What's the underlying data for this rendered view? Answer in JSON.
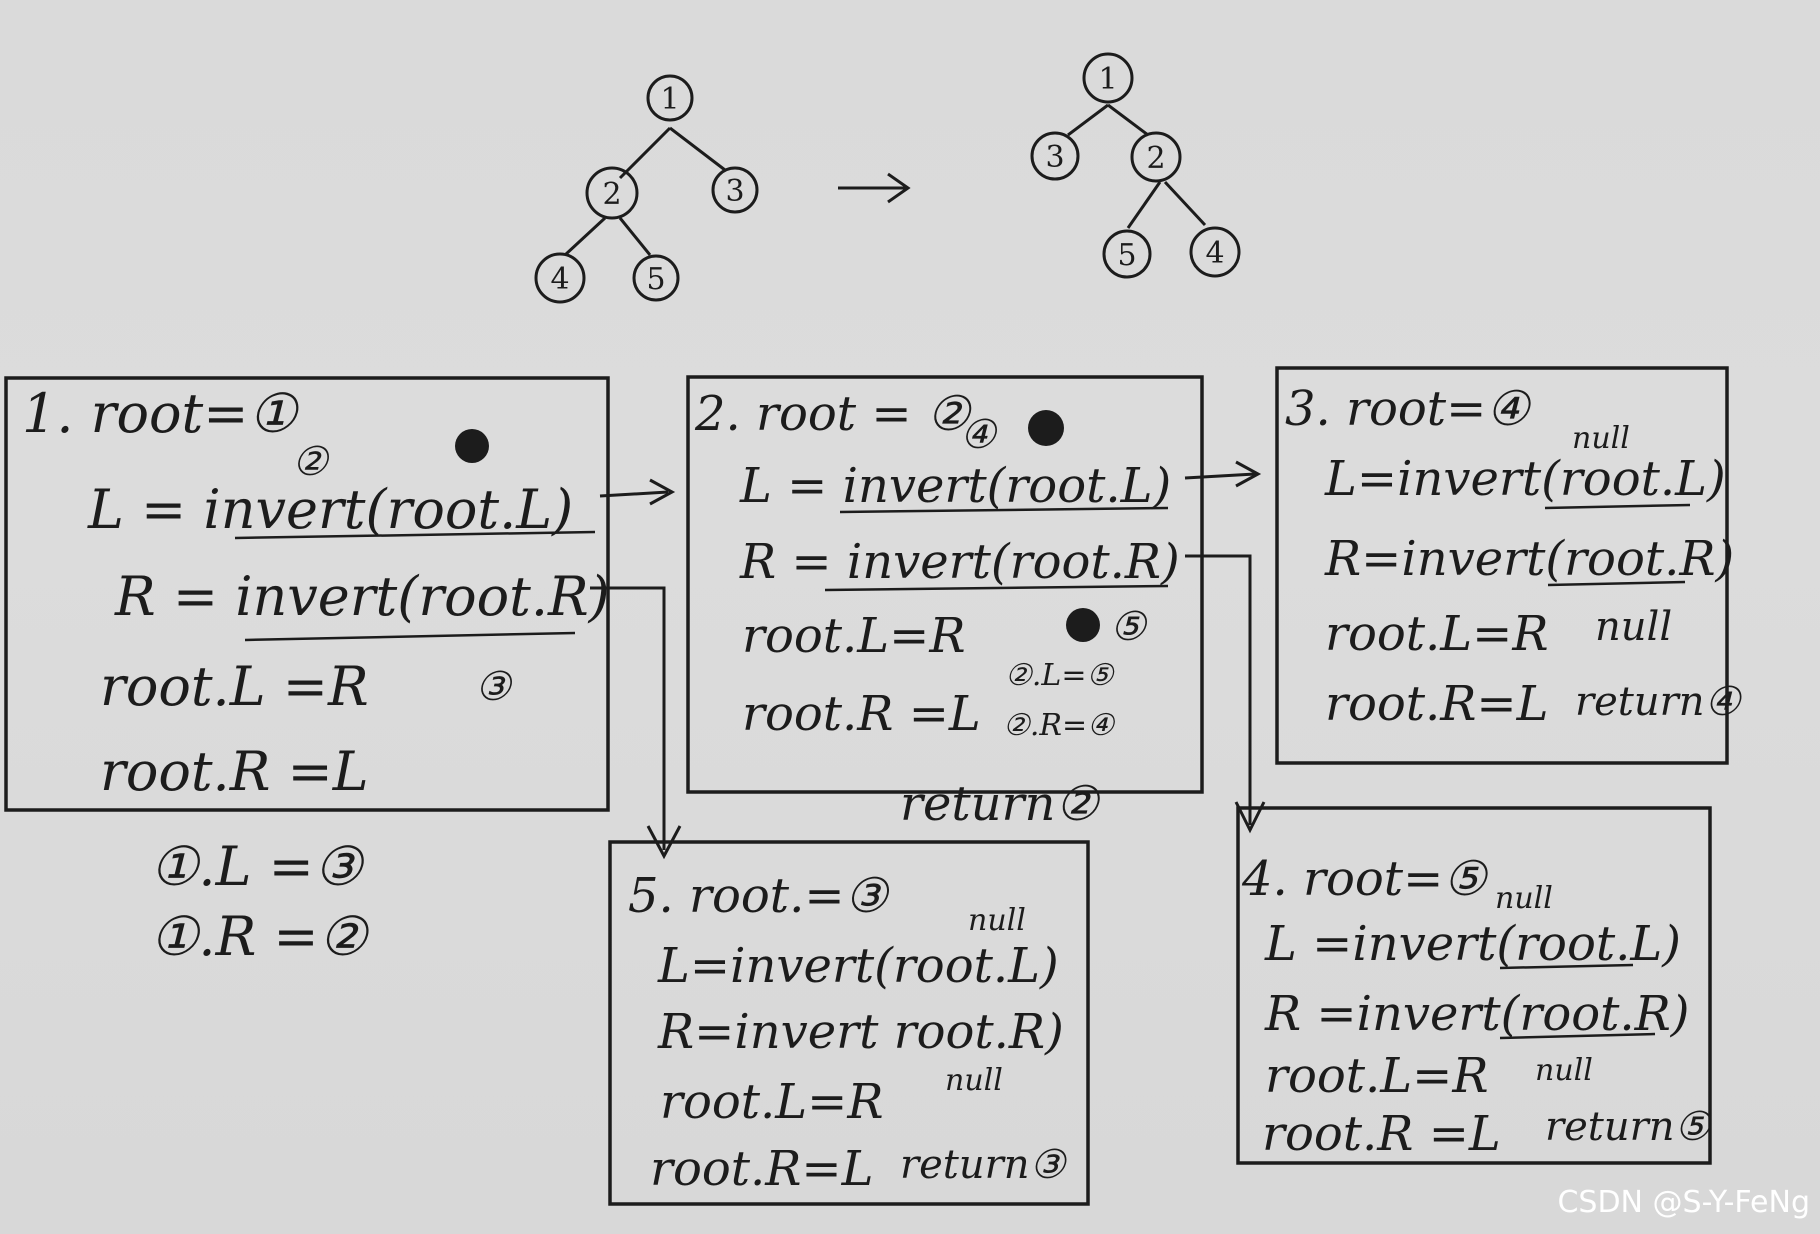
{
  "tree_before": {
    "nodes": [
      "1",
      "2",
      "3",
      "4",
      "5"
    ]
  },
  "transform_arrow": "→",
  "tree_after": {
    "nodes": [
      "1",
      "3",
      "2",
      "5",
      "4"
    ]
  },
  "box1": {
    "title": "1. root=①",
    "line1": "L = invert(root.L)",
    "line2": "R = invert(root.R)",
    "line3": "root.L =R",
    "line4": "root.R =L",
    "note_left": "②",
    "note_right_scribble": "③",
    "side_note": "③"
  },
  "box2": {
    "title": "2. root = ②",
    "line1": "L = invert(root.L)",
    "line2": "R = invert(root.R)",
    "line3": "root.L=R",
    "line4": "root.R =L",
    "note_top": "④",
    "note_mid": "⑤",
    "note_a": "②.L=⑤",
    "note_b": "②.R=④",
    "return_label": "return②"
  },
  "box3": {
    "title": "3. root=④",
    "line1": "L=invert(root.L)",
    "line2": "R=invert(root.R)",
    "line3": "root.L=R",
    "line4": "root.R=L",
    "null_top": "null",
    "null_mid": "null",
    "return_label": "return④"
  },
  "box4": {
    "title": "4. root=⑤",
    "line1": "L =invert(root.L)",
    "line2": "R =invert(root.R)",
    "line3": "root.L=R",
    "line4": "root.R =L",
    "null_top": "null",
    "null_mid": "null",
    "return_label": "return⑤"
  },
  "box5": {
    "title": "5. root.=③",
    "line1": "L=invert(root.L)",
    "line2": "R=invert root.R)",
    "line3": "root.L=R",
    "line4": "root.R=L",
    "null_top": "null",
    "null_mid": "null",
    "return_label": "return③"
  },
  "below_box1": {
    "line1": "①.L =③",
    "line2": "①.R =②"
  },
  "watermark": "CSDN @S-Y-FeNg"
}
